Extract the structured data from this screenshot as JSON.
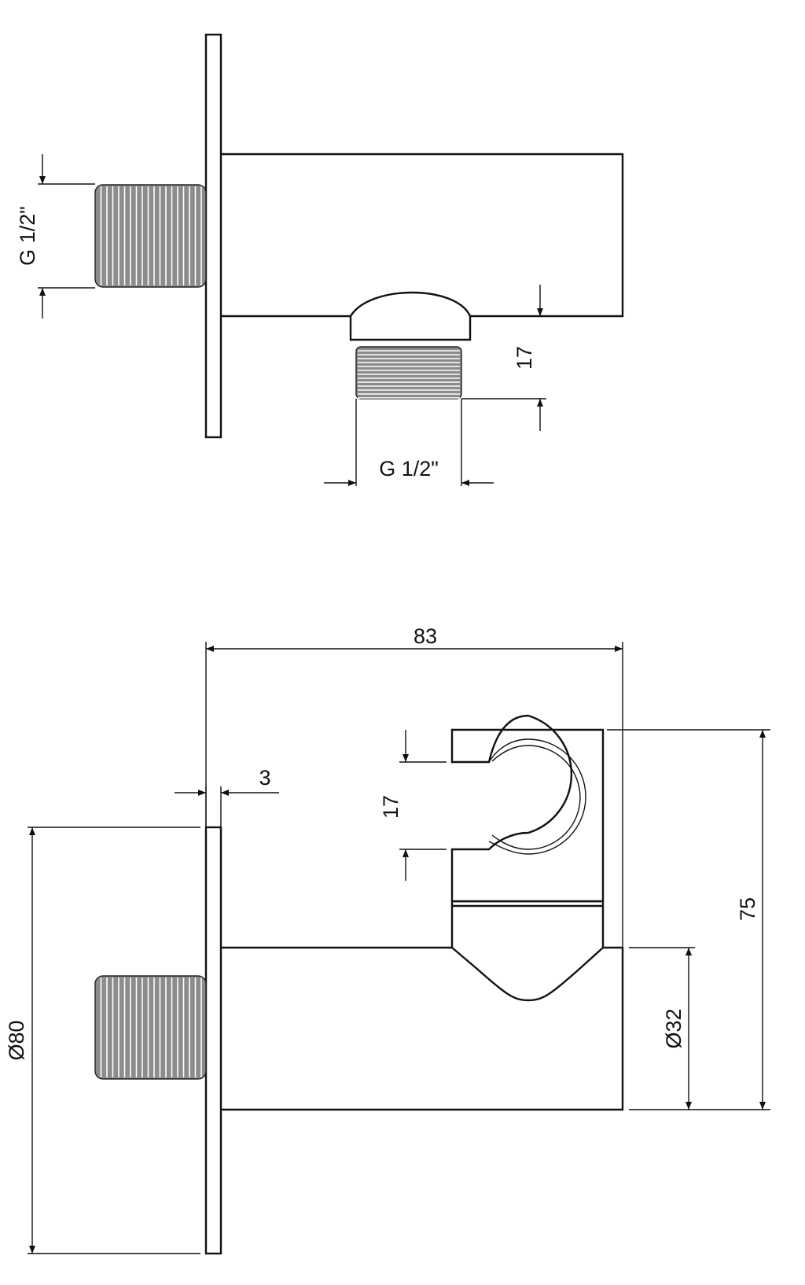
{
  "dimensions": {
    "top_inlet_thread": "G 1/2\"",
    "top_outlet_height": "17",
    "top_outlet_thread": "G 1/2\"",
    "width": "83",
    "flange_thickness": "3",
    "holder_opening": "17",
    "height": "75",
    "flange_diameter": "Ø80",
    "body_diameter": "Ø32"
  }
}
